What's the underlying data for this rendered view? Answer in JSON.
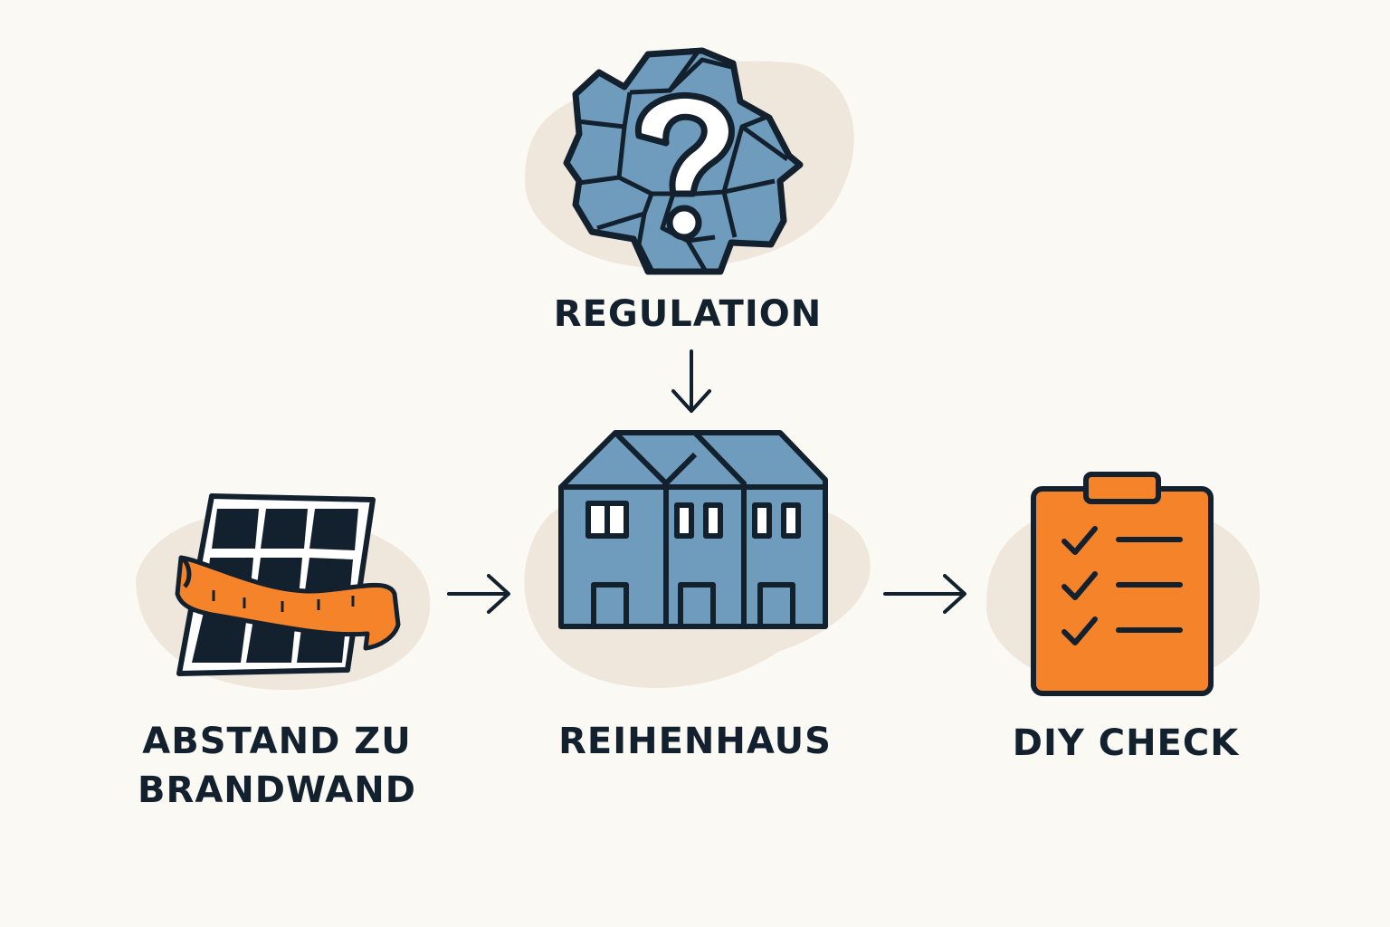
{
  "nodes": {
    "regulation": {
      "label": "REGULATION",
      "icon": "puzzle-question-icon"
    },
    "reihenhaus": {
      "label": "REIHENHAUS",
      "icon": "row-house-icon"
    },
    "diy_check": {
      "label": "DIY CHECK",
      "icon": "checklist-clipboard-icon"
    },
    "abstand": {
      "label_line1": "ABSTAND ZU",
      "label_line2": "BRANDWAND",
      "icon": "solar-panel-measuring-tape-icon"
    }
  },
  "edges": [
    {
      "from": "regulation",
      "to": "reihenhaus"
    },
    {
      "from": "abstand",
      "to": "reihenhaus"
    },
    {
      "from": "reihenhaus",
      "to": "diy_check"
    }
  ],
  "colors": {
    "background": "#fbf9f4",
    "blob": "#efe7dc",
    "blue": "#6f9cbc",
    "orange": "#f5832a",
    "ink": "#13202e",
    "panel": "#13202e"
  }
}
